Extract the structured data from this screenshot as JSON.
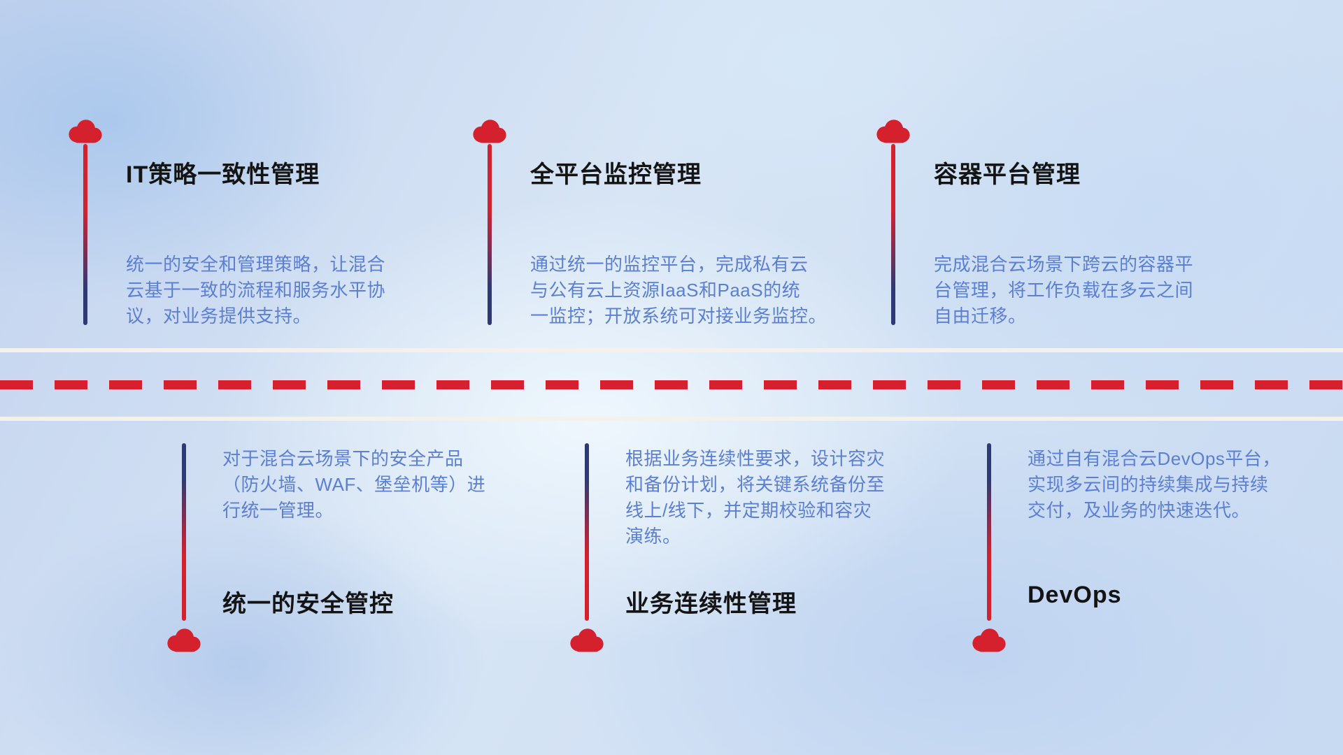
{
  "colors": {
    "accent_red": "#d5212e",
    "stem_navy": "#2e3a74",
    "title_color": "#141414",
    "desc_color": "#5c7fd6",
    "divider_white": "#f4f1ec"
  },
  "items": {
    "top": [
      {
        "title": "IT策略一致性管理",
        "description": "统一的安全和管理策略，让混合\n云基于一致的流程和服务水平协\n议，对业务提供支持。"
      },
      {
        "title": "全平台监控管理",
        "description": "通过统一的监控平台，完成私有云\n与公有云上资源IaaS和PaaS的统\n一监控；开放系统可对接业务监控。"
      },
      {
        "title": "容器平台管理",
        "description": "完成混合云场景下跨云的容器平\n台管理，将工作负载在多云之间\n自由迁移。"
      }
    ],
    "bottom": [
      {
        "title": "统一的安全管控",
        "description": "对于混合云场景下的安全产品\n（防火墙、WAF、堡垒机等）进\n行统一管理。"
      },
      {
        "title": "业务连续性管理",
        "description": "根据业务连续性要求，设计容灾\n和备份计划，将关键系统备份至\n线上/线下，并定期校验和容灾\n演练。"
      },
      {
        "title": "DevOps",
        "description": "通过自有混合云DevOps平台，\n实现多云间的持续集成与持续\n交付，及业务的快速迭代。"
      }
    ]
  }
}
